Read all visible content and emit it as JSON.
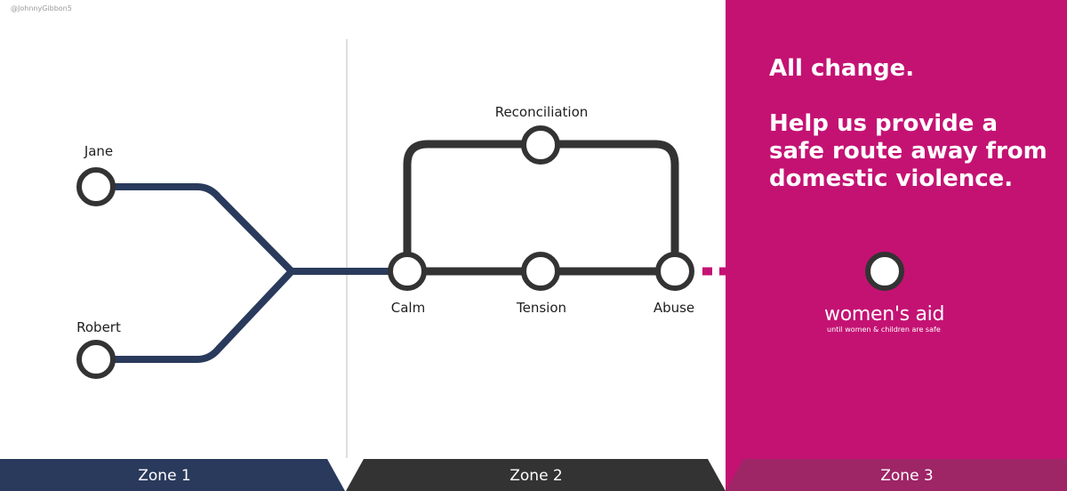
{
  "credit": "@JohnnyGibbon5",
  "headline": {
    "line1": "All change.",
    "line2": "Help us provide a safe route away from domestic violence."
  },
  "stations": {
    "jane": "Jane",
    "robert": "Robert",
    "calm": "Calm",
    "tension": "Tension",
    "abuse": "Abuse",
    "reconciliation": "Reconciliation"
  },
  "logo": {
    "name": "women's aid",
    "tagline": "until women & children are safe"
  },
  "zones": [
    "Zone 1",
    "Zone 2",
    "Zone 3"
  ],
  "colors": {
    "zone1_line": "#2a3a5c",
    "zone2_line": "#333333",
    "zone3_bg": "#c41273",
    "zone3_bar": "#9e2566",
    "divider": "#c9c9c9",
    "station_fill": "#ffffff"
  }
}
